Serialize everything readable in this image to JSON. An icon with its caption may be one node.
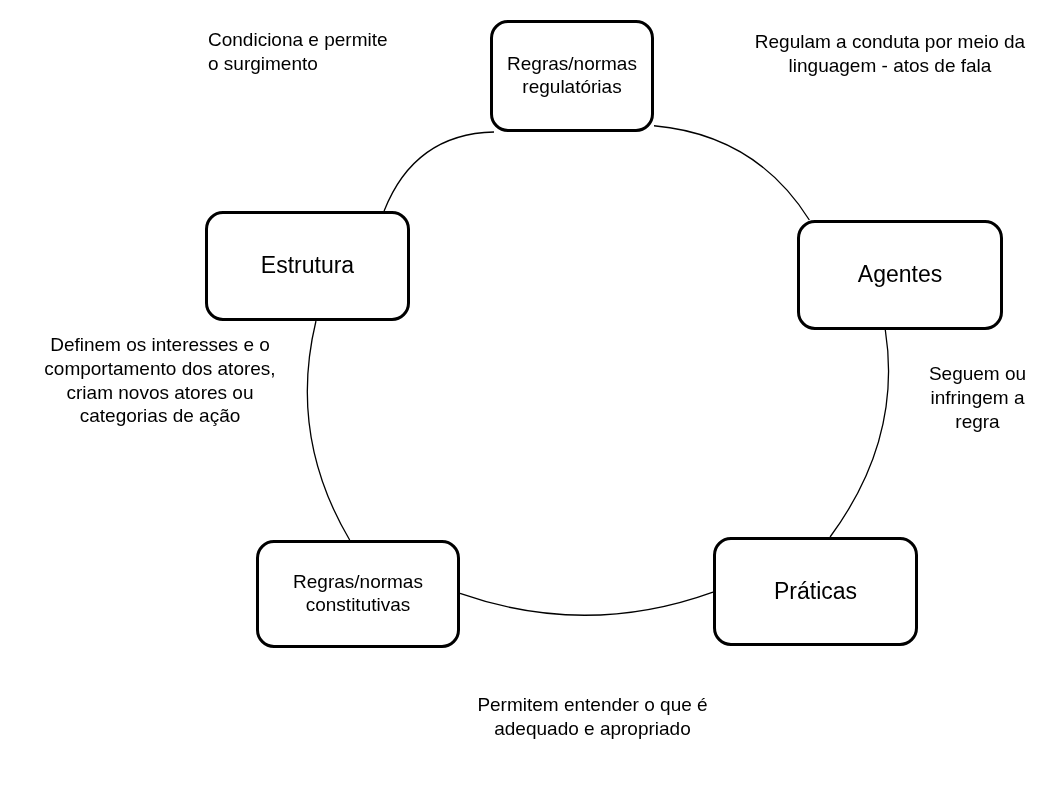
{
  "diagram": {
    "nodes": [
      {
        "text": [
          "Regras/normas regulatórias"
        ]
      },
      {
        "text": [
          "Agentes"
        ]
      },
      {
        "text": [
          "Práticas"
        ]
      },
      {
        "text": [
          "Regras/normas constitutivas"
        ]
      },
      {
        "text": [
          "Estrutura"
        ]
      }
    ],
    "edges": [
      {
        "from": 0,
        "to": 1,
        "arrow": "none",
        "label": "Regulam a conduta por meio da linguagem - atos de fala"
      },
      {
        "from": 1,
        "to": 2,
        "arrow": "none",
        "label": "Seguem ou infringem a regra"
      },
      {
        "from": 2,
        "to": 3,
        "arrow": "none",
        "label": "Permitem entender o que é adequado e apropriado"
      },
      {
        "from": 3,
        "to": 4,
        "arrow": "none",
        "label": "Definem os interesses e o comportamento dos atores, criam novos atores ou categorias de ação"
      },
      {
        "from": 4,
        "to": 0,
        "arrow": "none",
        "label": "Condiciona e permite o surgimento"
      }
    ]
  }
}
